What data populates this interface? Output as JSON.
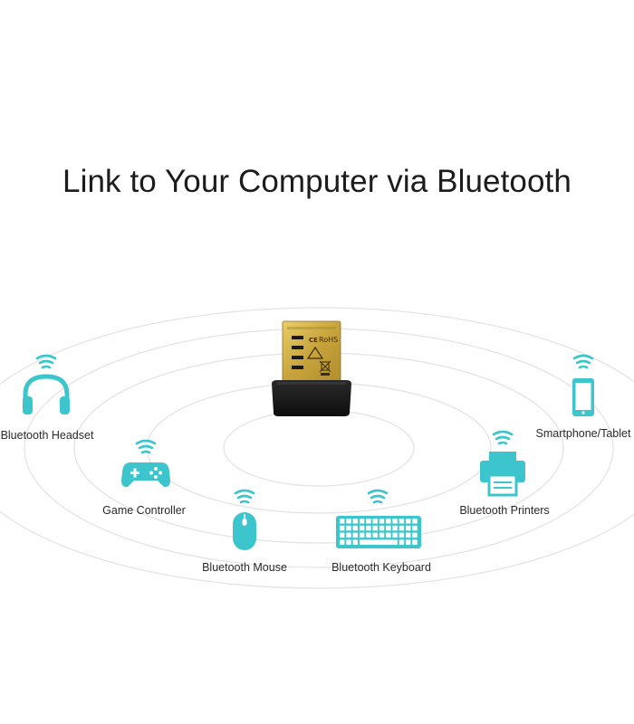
{
  "title": "Link to Your Computer via Bluetooth",
  "adapter": {
    "icon": "usb-bluetooth-adapter-icon",
    "marks": [
      "CE",
      "RoHS"
    ]
  },
  "accent_color": "#3cc5cc",
  "ring_color": "#e4e4e4",
  "devices": {
    "headset": {
      "label": "Bluetooth Headset",
      "icon": "headset-icon"
    },
    "controller": {
      "label": "Game Controller",
      "icon": "gamepad-icon"
    },
    "mouse": {
      "label": "Bluetooth Mouse",
      "icon": "mouse-icon"
    },
    "keyboard": {
      "label": "Bluetooth Keyboard",
      "icon": "keyboard-icon"
    },
    "printer": {
      "label": "Bluetooth Printers",
      "icon": "printer-icon"
    },
    "phone": {
      "label": "Smartphone/Tablet",
      "icon": "smartphone-icon"
    }
  }
}
